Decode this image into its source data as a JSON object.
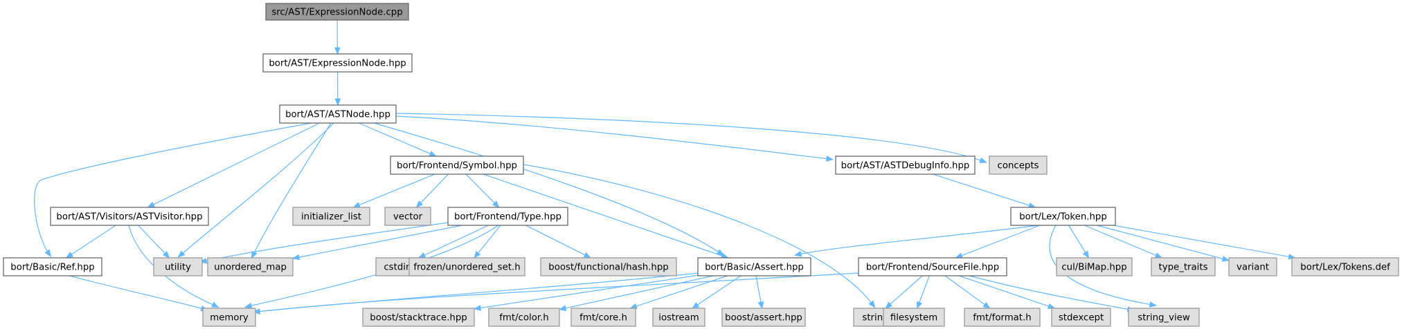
{
  "graph": {
    "colors": {
      "root_fill": "#999999",
      "root_stroke": "#666666",
      "file_fill": "#ffffff",
      "file_stroke": "#666666",
      "external_fill": "#e0e0e0",
      "external_stroke": "#999999",
      "edge": "#63b8ff"
    },
    "nodes": [
      {
        "id": "n0",
        "label": "src/AST/ExpressionNode.cpp",
        "kind": "root"
      },
      {
        "id": "n1",
        "label": "bort/AST/ExpressionNode.hpp",
        "kind": "file"
      },
      {
        "id": "n2",
        "label": "bort/AST/ASTNode.hpp",
        "kind": "file"
      },
      {
        "id": "n3",
        "label": "bort/Frontend/Symbol.hpp",
        "kind": "file"
      },
      {
        "id": "n4",
        "label": "bort/AST/ASTDebugInfo.hpp",
        "kind": "file"
      },
      {
        "id": "n5",
        "label": "concepts",
        "kind": "external"
      },
      {
        "id": "n6",
        "label": "bort/AST/Visitors/ASTVisitor.hpp",
        "kind": "file"
      },
      {
        "id": "n7",
        "label": "initializer_list",
        "kind": "external"
      },
      {
        "id": "n8",
        "label": "vector",
        "kind": "external"
      },
      {
        "id": "n9",
        "label": "bort/Frontend/Type.hpp",
        "kind": "file"
      },
      {
        "id": "n10",
        "label": "bort/Lex/Token.hpp",
        "kind": "file"
      },
      {
        "id": "n11",
        "label": "bort/Basic/Ref.hpp",
        "kind": "file"
      },
      {
        "id": "n12",
        "label": "utility",
        "kind": "external"
      },
      {
        "id": "n13",
        "label": "unordered_map",
        "kind": "external"
      },
      {
        "id": "n14",
        "label": "cstdint",
        "kind": "external"
      },
      {
        "id": "n15",
        "label": "frozen/unordered_set.h",
        "kind": "external"
      },
      {
        "id": "n16",
        "label": "boost/functional/hash.hpp",
        "kind": "external"
      },
      {
        "id": "n17",
        "label": "bort/Basic/Assert.hpp",
        "kind": "file"
      },
      {
        "id": "n18",
        "label": "bort/Frontend/SourceFile.hpp",
        "kind": "file"
      },
      {
        "id": "n19",
        "label": "cul/BiMap.hpp",
        "kind": "external"
      },
      {
        "id": "n20",
        "label": "type_traits",
        "kind": "external"
      },
      {
        "id": "n21",
        "label": "variant",
        "kind": "external"
      },
      {
        "id": "n22",
        "label": "bort/Lex/Tokens.def",
        "kind": "external"
      },
      {
        "id": "n23",
        "label": "memory",
        "kind": "external"
      },
      {
        "id": "n24",
        "label": "boost/stacktrace.hpp",
        "kind": "external"
      },
      {
        "id": "n25",
        "label": "fmt/color.h",
        "kind": "external"
      },
      {
        "id": "n26",
        "label": "fmt/core.h",
        "kind": "external"
      },
      {
        "id": "n27",
        "label": "iostream",
        "kind": "external"
      },
      {
        "id": "n28",
        "label": "boost/assert.hpp",
        "kind": "external"
      },
      {
        "id": "n29",
        "label": "string",
        "kind": "external"
      },
      {
        "id": "n30",
        "label": "filesystem",
        "kind": "external"
      },
      {
        "id": "n31",
        "label": "fmt/format.h",
        "kind": "external"
      },
      {
        "id": "n32",
        "label": "stdexcept",
        "kind": "external"
      },
      {
        "id": "n33",
        "label": "string_view",
        "kind": "external"
      }
    ],
    "edges": [
      {
        "from": "n0",
        "to": "n1"
      },
      {
        "from": "n1",
        "to": "n2"
      },
      {
        "from": "n2",
        "to": "n4"
      },
      {
        "from": "n2",
        "to": "n5"
      },
      {
        "from": "n2",
        "to": "n3"
      },
      {
        "from": "n2",
        "to": "n6"
      },
      {
        "from": "n2",
        "to": "n11"
      },
      {
        "from": "n2",
        "to": "n12"
      },
      {
        "from": "n2",
        "to": "n13"
      },
      {
        "from": "n2",
        "to": "n17"
      },
      {
        "from": "n3",
        "to": "n7"
      },
      {
        "from": "n3",
        "to": "n8"
      },
      {
        "from": "n3",
        "to": "n9"
      },
      {
        "from": "n3",
        "to": "n17"
      },
      {
        "from": "n3",
        "to": "n29"
      },
      {
        "from": "n4",
        "to": "n10"
      },
      {
        "from": "n6",
        "to": "n11"
      },
      {
        "from": "n6",
        "to": "n12"
      },
      {
        "from": "n6",
        "to": "n23"
      },
      {
        "from": "n9",
        "to": "n12"
      },
      {
        "from": "n9",
        "to": "n13"
      },
      {
        "from": "n9",
        "to": "n14"
      },
      {
        "from": "n9",
        "to": "n15"
      },
      {
        "from": "n9",
        "to": "n16"
      },
      {
        "from": "n9",
        "to": "n23"
      },
      {
        "from": "n10",
        "to": "n17"
      },
      {
        "from": "n10",
        "to": "n18"
      },
      {
        "from": "n10",
        "to": "n19"
      },
      {
        "from": "n10",
        "to": "n20"
      },
      {
        "from": "n10",
        "to": "n21"
      },
      {
        "from": "n10",
        "to": "n22"
      },
      {
        "from": "n10",
        "to": "n33"
      },
      {
        "from": "n11",
        "to": "n23"
      },
      {
        "from": "n17",
        "to": "n23"
      },
      {
        "from": "n17",
        "to": "n24"
      },
      {
        "from": "n17",
        "to": "n25"
      },
      {
        "from": "n17",
        "to": "n26"
      },
      {
        "from": "n17",
        "to": "n27"
      },
      {
        "from": "n17",
        "to": "n28"
      },
      {
        "from": "n18",
        "to": "n23"
      },
      {
        "from": "n18",
        "to": "n29"
      },
      {
        "from": "n18",
        "to": "n30"
      },
      {
        "from": "n18",
        "to": "n31"
      },
      {
        "from": "n18",
        "to": "n32"
      },
      {
        "from": "n18",
        "to": "n33"
      }
    ]
  }
}
